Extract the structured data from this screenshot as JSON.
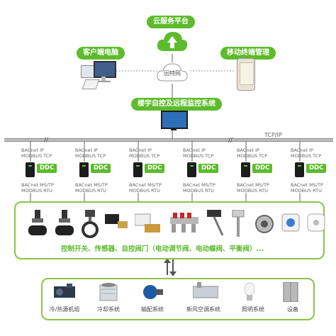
{
  "cloud_platform": "云服务平台",
  "client_pc": "客户端电脑",
  "mobile_mgmt": "移动终端管理",
  "internet": "因特网",
  "bas_system": "楼宇自控及远程监控系统",
  "tcpip": "TCP/IP",
  "ddc_units": [
    {
      "top": "BACnet IP\nMODBUS TCP",
      "tag": "DDC",
      "bottom": "BACnet MS/TP\nMODBUS RTU"
    },
    {
      "top": "BACnet IP\nMODBUS TCP",
      "tag": "DDC",
      "bottom": "BACnet MS/TP\nMODBUS RTU"
    },
    {
      "top": "BACnet IP\nMODBUS TCP",
      "tag": "DDC",
      "bottom": "BACnet MS/TP\nMODBUS RTU"
    },
    {
      "top": "BACnet IP\nMODBUS TCP",
      "tag": "DDC",
      "bottom": "BACnet MS/TP\nMODBUS RTU"
    },
    {
      "top": "BACnet IP\nMODBUS TCP",
      "tag": "DDC",
      "bottom": "BACnet MS/TP\nMODBUS RTU"
    },
    {
      "top": "BACnet IP\nMODBUS TCP",
      "tag": "DDC",
      "bottom": "BACnet MS/TP\nMODBUS RTU"
    }
  ],
  "field_caption": "控制开关、传感器、自控阀门（电动调节阀、电动蝶阀、平衡阀）...",
  "systems": [
    {
      "label": "冷/热源机组",
      "icon": "chiller-icon"
    },
    {
      "label": "冷却系统",
      "icon": "cooling-tower-icon"
    },
    {
      "label": "输配系统",
      "icon": "pump-icon"
    },
    {
      "label": "新风空调系统",
      "icon": "ahu-icon"
    },
    {
      "label": "照明系统",
      "icon": "lamp-icon"
    },
    {
      "label": "设备",
      "icon": "elevator-icon"
    }
  ],
  "colors": {
    "accent": "#5dbb2c",
    "panel_border": "#8bc34a"
  }
}
